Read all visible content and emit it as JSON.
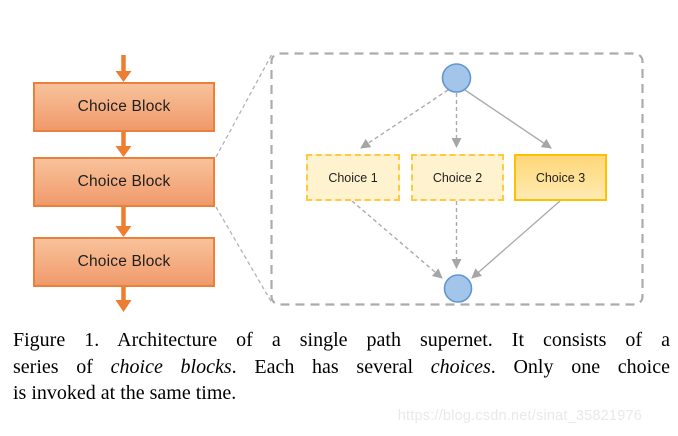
{
  "figure": {
    "left_stack": {
      "blocks": [
        "Choice Block",
        "Choice Block",
        "Choice Block"
      ]
    },
    "detail": {
      "choices": [
        "Choice 1",
        "Choice 2",
        "Choice 3"
      ],
      "selected_choice": "Choice 3"
    }
  },
  "caption": {
    "line1": "Figure 1. Architecture of a single path supernet. It consists of a",
    "line2": {
      "t1": "series of ",
      "i1": "choice blocks",
      "t2": ". Each has several ",
      "i2": "choices",
      "t3": ". Only one choice"
    },
    "line3": "is invoked at the same time."
  },
  "watermark": "https://blog.csdn.net/sinat_35821976",
  "colors": {
    "block_border": "#E9813D",
    "block_fill_top": "#F8C29B",
    "block_fill_bottom": "#F09A6C",
    "flow_arrow_orange": "#ED7D31",
    "detail_box_gray": "#ACACAC",
    "edge_gray": "#ABABAB",
    "arrowhead_gray": "#A6A6A6",
    "node_fill_blue": "#A3C5E9",
    "node_border_blue": "#6096D1",
    "choice_fill": "#FFF3CF",
    "choice_border_dashed": "#FFC941",
    "choice3_fill_top": "#FFD77B",
    "choice3_fill_bottom": "#FFE9B3",
    "choice3_border": "#FFC001",
    "watermark_gray": "#E9E9E9"
  }
}
